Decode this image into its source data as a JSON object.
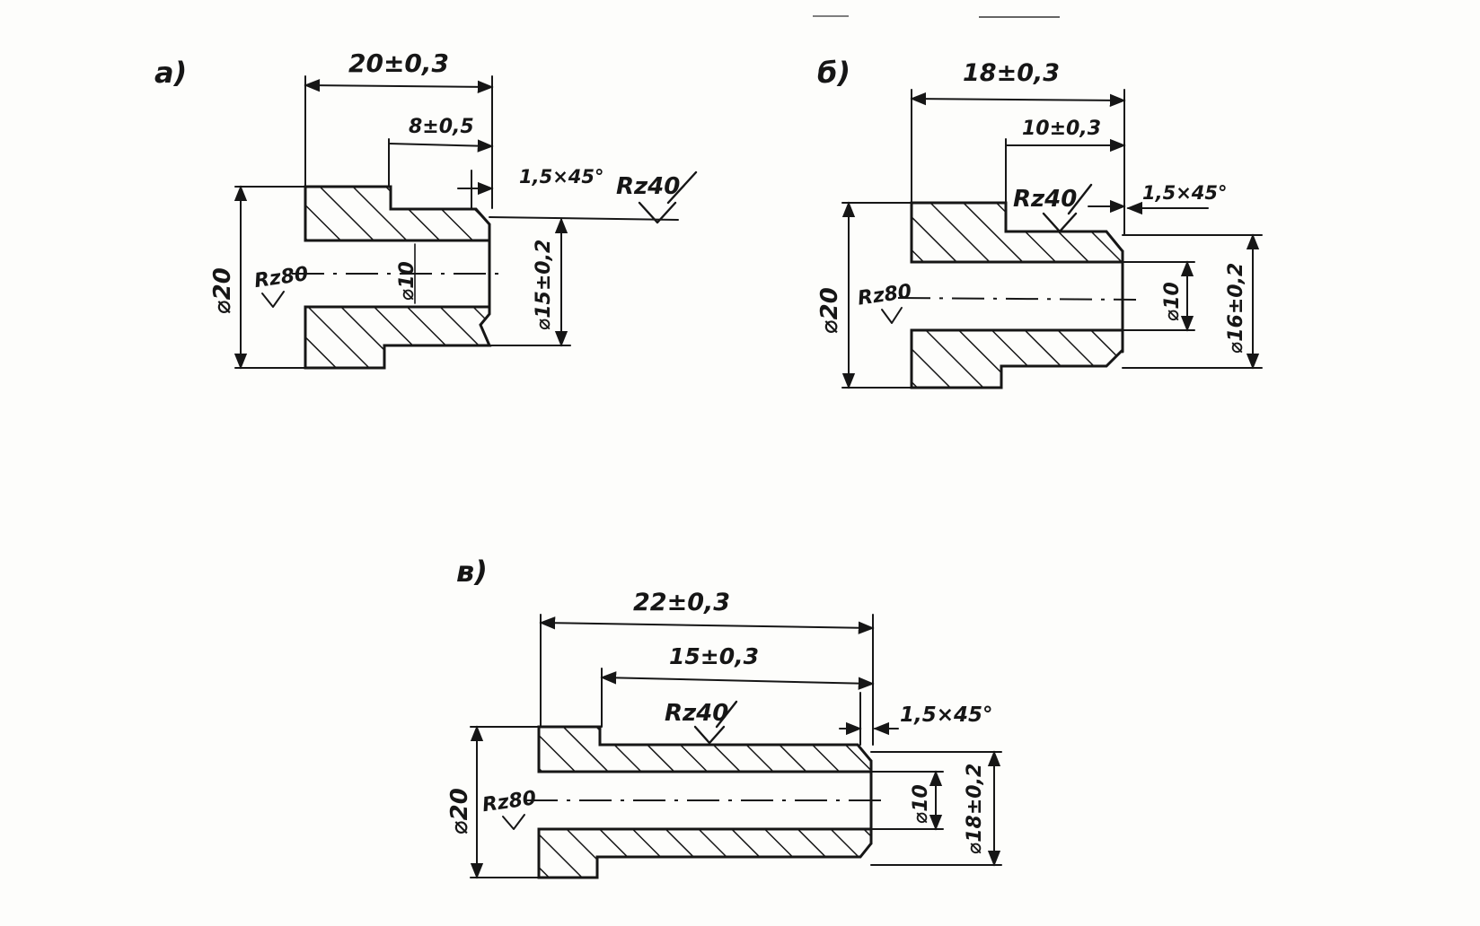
{
  "figure": {
    "views": [
      {
        "id": "a",
        "label": "а)",
        "dims": {
          "length": "20±0,3",
          "step": "8±0,5",
          "chamfer": "1,5×45°",
          "outer_d": "⌀20",
          "step_d": "⌀15±0,2",
          "bore_d": "⌀10"
        },
        "roughness": {
          "outer": "Rz40",
          "bore": "Rz80"
        }
      },
      {
        "id": "b",
        "label": "б)",
        "dims": {
          "length": "18±0,3",
          "step": "10±0,3",
          "chamfer": "1,5×45°",
          "outer_d": "⌀20",
          "step_d": "⌀16±0,2",
          "bore_d": "⌀10"
        },
        "roughness": {
          "outer": "Rz40",
          "bore": "Rz80"
        }
      },
      {
        "id": "v",
        "label": "в)",
        "dims": {
          "length": "22±0,3",
          "step": "15±0,3",
          "chamfer": "1,5×45°",
          "outer_d": "⌀20",
          "step_d": "⌀18±0,2",
          "bore_d": "⌀10"
        },
        "roughness": {
          "outer": "Rz40",
          "bore": "Rz80"
        }
      }
    ]
  }
}
